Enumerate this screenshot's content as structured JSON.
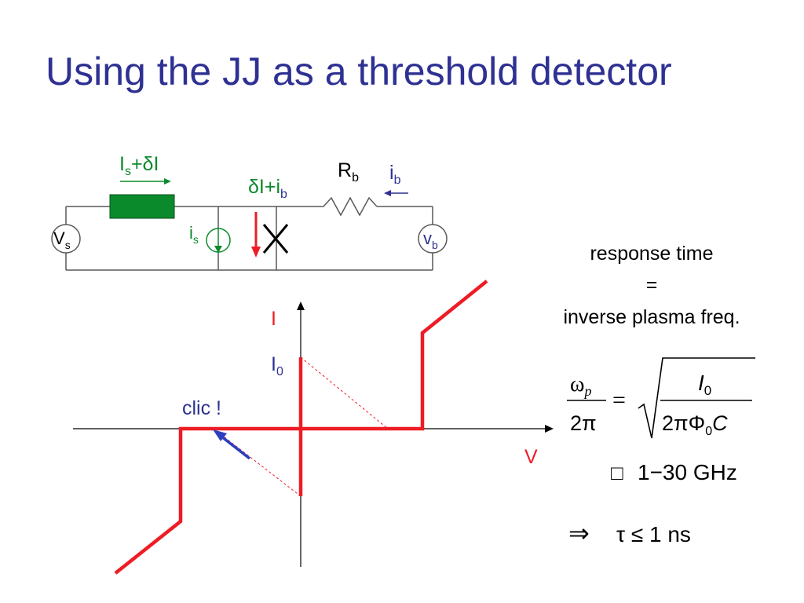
{
  "title": "Using the JJ as a threshold detector",
  "colors": {
    "title": "#2e3192",
    "trace": "#ee1c25",
    "resistor_green": "#0b8a2c",
    "label_green": "#0b8a2c",
    "label_blue": "#2e3192",
    "wire": "#595959",
    "axis": "#000000",
    "arrow_blue": "#2b3fbf"
  },
  "circuit": {
    "bias_current_label": {
      "base": "I",
      "sub": "s",
      "rest": "+δI"
    },
    "junction_current_label": {
      "pre": "δI+i",
      "sub": "b"
    },
    "resistor_label": {
      "base": "R",
      "sub": "b"
    },
    "bias_return_label": {
      "base": "i",
      "sub": "b"
    },
    "voltage_source_label": {
      "base": "V",
      "sub": "s"
    },
    "current_source_label": {
      "base": "i",
      "sub": "s"
    },
    "output_source_label": {
      "base": "v",
      "sub": "b"
    },
    "icons": {
      "voltage_source": "circle-source-icon",
      "current_source": "current-source-arrow-icon",
      "junction": "cross-x-icon",
      "resistor": "zigzag-resistor-icon",
      "arrow": "right-arrow-icon"
    }
  },
  "plot": {
    "y_label": "I",
    "x_label": "V",
    "i0_label": {
      "base": "I",
      "sub": "0"
    },
    "click_label": "clic !"
  },
  "response": {
    "line1": "response time",
    "line2": "=",
    "line3": "inverse plasma freq."
  },
  "formula": {
    "omega": "ω",
    "omega_sub": "p",
    "two_pi": "2π",
    "equals": "=",
    "numerator": "I",
    "numerator_sub": "0",
    "denominator": "2πΦ",
    "denominator_sub": "0",
    "denominator_rest": "C",
    "glyph_placeholder": "□",
    "range": "1−30 GHz",
    "implies": "⇒",
    "tau_relation": "τ ≤ 1 ns"
  }
}
